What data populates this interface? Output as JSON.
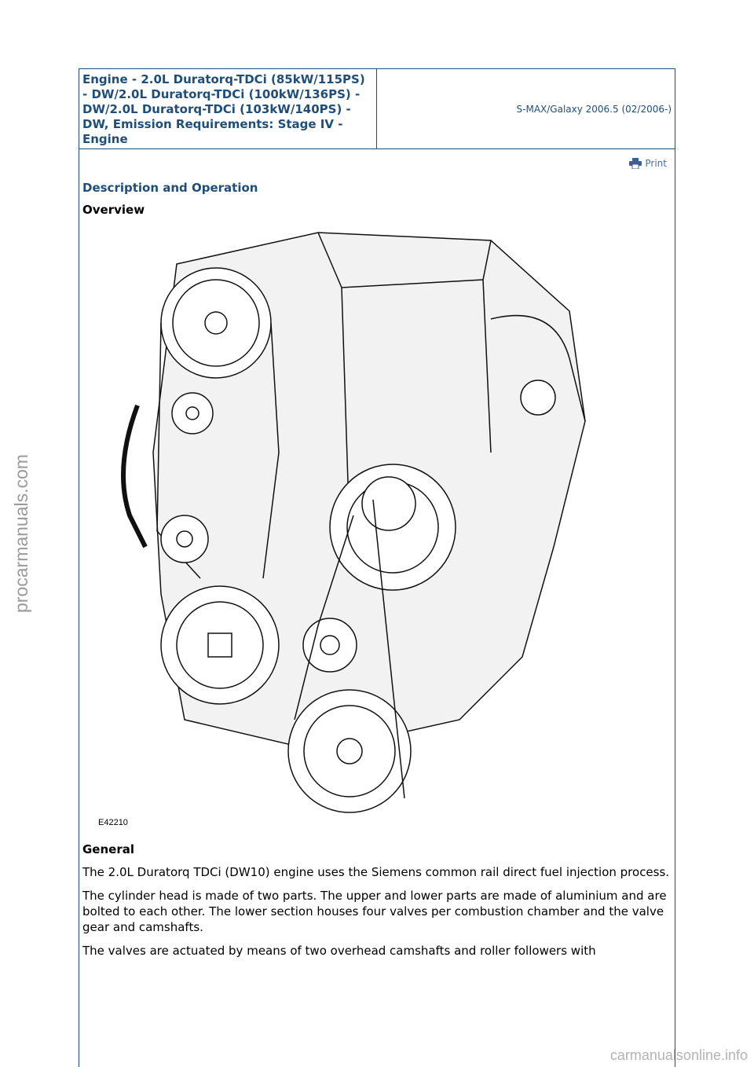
{
  "header": {
    "title": "Engine - 2.0L Duratorq-TDCi (85kW/115PS) - DW/2.0L Duratorq-TDCi (100kW/136PS) - DW/2.0L Duratorq-TDCi (103kW/140PS) - DW, Emission Requirements: Stage IV - Engine",
    "model": "S-MAX/Galaxy 2006.5 (02/2006-)"
  },
  "print_label": "Print",
  "section_heading": "Description and Operation",
  "overview_heading": "Overview",
  "figure_id": "E42210",
  "general_heading": "General",
  "paragraphs": [
    "The 2.0L Duratorq TDCi (DW10) engine uses the Siemens common rail direct fuel injection process.",
    "The cylinder head is made of two parts. The upper and lower parts are made of aluminium and are bolted to each other. The lower section houses four valves per combustion chamber and the valve gear and camshafts.",
    "The valves are actuated by means of two overhead camshafts and roller followers with"
  ],
  "watermark": "procarmanuals.com",
  "footer_mark": "carmanualsonline.info"
}
